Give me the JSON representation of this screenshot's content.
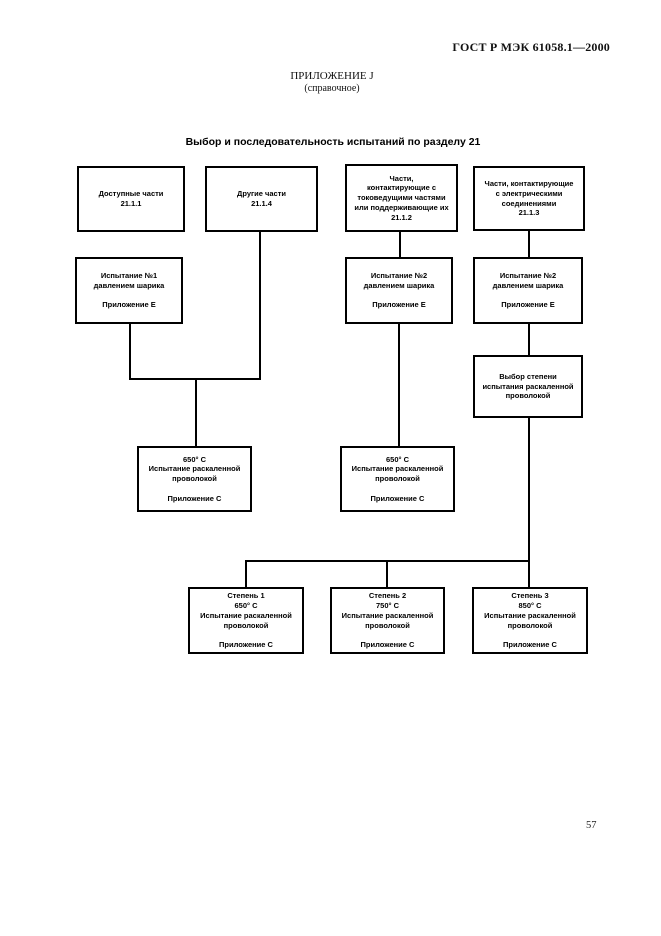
{
  "page": {
    "doc_code": "ГОСТ Р МЭК 61058.1—2000",
    "annex_title": "ПРИЛОЖЕНИЕ J",
    "annex_note": "(справочное)",
    "page_number": "57"
  },
  "diagram": {
    "title": "Выбор и последовательность испытаний по разделу 21",
    "nodes": {
      "accessible_parts": "Доступные части\n21.1.1",
      "other_parts": "Другие части\n21.1.4",
      "live_contact_parts": "Части,\nконтактирующие с\nтоковедущими частями\nили поддерживающие их\n21.1.2",
      "electrical_connection_parts": "Части, контактирующие\nс электрическими\nсоединениями\n21.1.3",
      "test1_ball_pressure": "Испытание №1\nдавлением шарика\n\nПриложение Е",
      "test2_ball_pressure_mid": "Испытание №2\nдавлением шарика\n\nПриложение Е",
      "test2_ball_pressure_right": "Испытание №2\nдавлением шарика\n\nПриложение Е",
      "glow_wire_severity_choice": "Выбор степени\nиспытания раскаленной\nпроволокой",
      "glow_wire_650_left": "650° С\nИспытание раскаленной\nпроволокой\n\nПриложение С",
      "glow_wire_650_mid": "650° С\nИспытание раскаленной\nпроволокой\n\nПриложение С",
      "severity1_650": "Степень 1\n650° С\nИспытание раскаленной\nпроволокой\n\nПриложение С",
      "severity2_750": "Степень 2\n750° С\nИспытание раскаленной\nпроволокой\n\nПриложение С",
      "severity3_850": "Степень 3\n850° С\nИспытание раскаленной\nпроволокой\n\nПриложение С"
    }
  }
}
